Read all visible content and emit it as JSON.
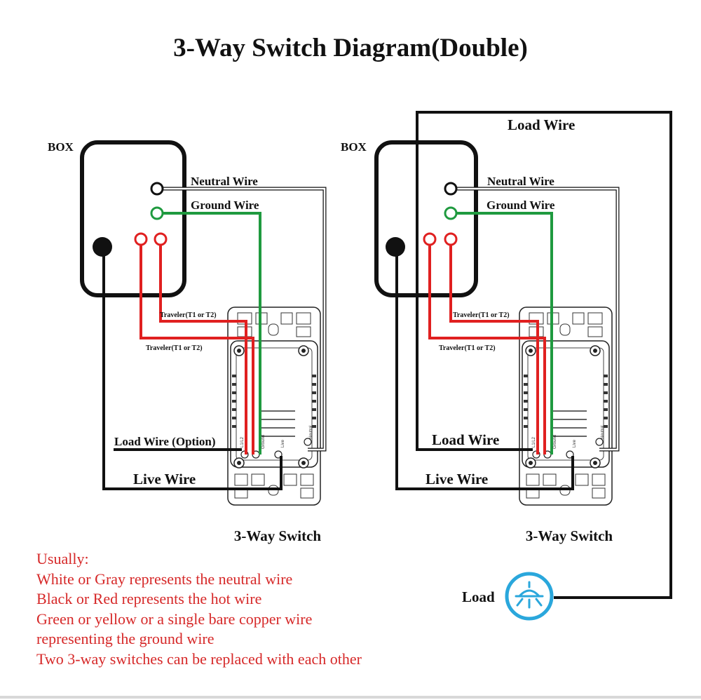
{
  "title": "3-Way Switch Diagram(Double)",
  "colors": {
    "hot": "#111111",
    "traveler": "#e02020",
    "ground": "#1f9a3f",
    "neutral": "#111111",
    "note_text": "#d62828",
    "load_icon": "#2aa7dc"
  },
  "left": {
    "box_label": "BOX",
    "neutral_label": "Neutral Wire",
    "ground_label": "Ground  Wire",
    "traveler1_label": "Traveler(T1 or T2)",
    "traveler2_label": "Traveler(T1 or T2)",
    "load_label": "Load Wire (Option)",
    "live_label": "Live  Wire",
    "switch_label": "3-Way Switch"
  },
  "right": {
    "box_label": "BOX",
    "top_load_label": "Load Wire",
    "neutral_label": "Neutral Wire",
    "ground_label": "Ground  Wire",
    "traveler1_label": "Traveler(T1 or T2)",
    "traveler2_label": "Traveler(T1 or T2)",
    "load_label": "Load Wire",
    "live_label": "Live  Wire",
    "switch_label": "3-Way Switch"
  },
  "load": {
    "label": "Load",
    "icon": "ceiling-lamp-icon"
  },
  "terminal_labels": [
    "L1/L2",
    "Ground",
    "Live",
    "Neutral"
  ],
  "notes": [
    "Usually:",
    "White or Gray represents the neutral wire",
    "Black or Red represents the hot wire",
    "Green or yellow or a single bare copper wire",
    "representing the ground wire",
    "Two  3-way switches can be replaced with each other"
  ]
}
